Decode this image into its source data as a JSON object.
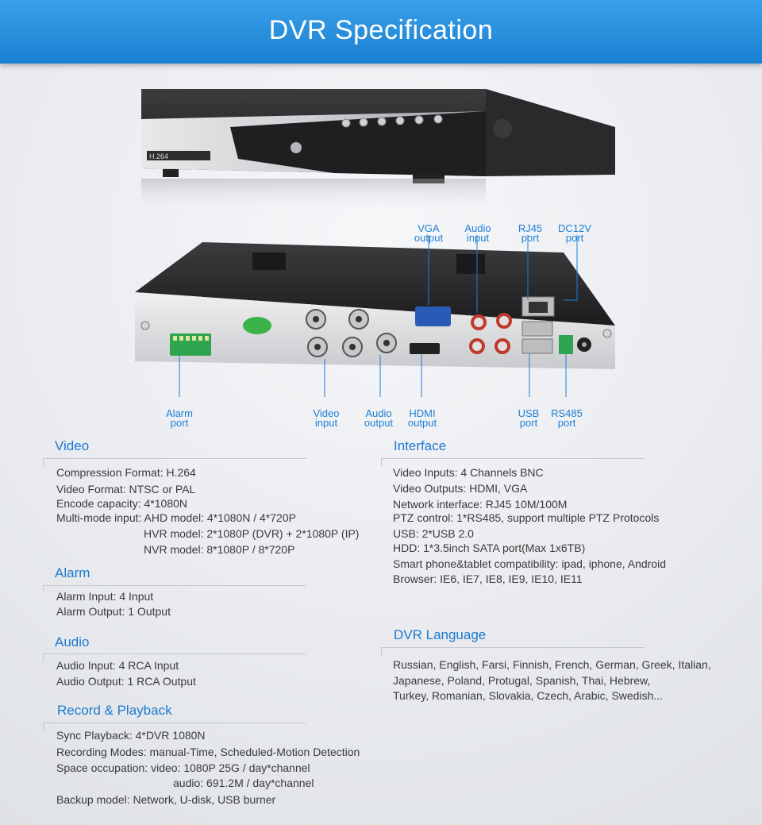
{
  "banner": {
    "title": "DVR Specification"
  },
  "device": {
    "front_model_label": "H.264",
    "callouts_top": [
      {
        "line1": "VGA",
        "line2": "output"
      },
      {
        "line1": "Audio",
        "line2": "input"
      },
      {
        "line1": "RJ45",
        "line2": "port"
      },
      {
        "line1": "DC12V",
        "line2": "port"
      }
    ],
    "callouts_bottom": [
      {
        "line1": "Alarm",
        "line2": "port"
      },
      {
        "line1": "Video",
        "line2": "input"
      },
      {
        "line1": "Audio",
        "line2": "output"
      },
      {
        "line1": "HDMI",
        "line2": "output"
      },
      {
        "line1": "USB",
        "line2": "port"
      },
      {
        "line1": "RS485",
        "line2": "port"
      }
    ]
  },
  "video": {
    "title": "Video",
    "lines": [
      "Compression Format: H.264",
      "Video Format: NTSC or PAL",
      "Encode capacity: 4*1080N",
      "Multi-mode input: AHD model: 4*1080N / 4*720P",
      "HVR model:  2*1080P (DVR) + 2*1080P (IP)",
      "NVR model:  8*1080P /  8*720P"
    ]
  },
  "alarm": {
    "title": "Alarm",
    "lines": [
      "Alarm Input: 4 Input",
      "Alarm Output: 1 Output"
    ]
  },
  "audio": {
    "title": "Audio",
    "lines": [
      "Audio Input: 4 RCA Input",
      "Audio Output: 1 RCA Output"
    ]
  },
  "record": {
    "title": "Record & Playback",
    "lines": [
      "Sync Playback: 4*DVR 1080N",
      "Recording Modes: manual-Time, Scheduled-Motion Detection",
      "Space occupation: video: 1080P 25G / day*channel",
      "audio: 691.2M / day*channel",
      "Backup model: Network, U-disk, USB burner"
    ]
  },
  "interface": {
    "title": "Interface",
    "lines": [
      "Video Inputs: 4 Channels BNC",
      "Video Outputs: HDMI, VGA",
      "Network interface: RJ45 10M/100M",
      "PTZ control: 1*RS485, support multiple PTZ Protocols",
      "USB: 2*USB 2.0",
      "HDD: 1*3.5inch SATA port(Max 1x6TB)",
      "Smart phone&tablet compatibility: ipad, iphone, Android",
      "Browser: IE6, IE7, IE8, IE9, IE10, IE11"
    ]
  },
  "language": {
    "title": "DVR Language",
    "lines": [
      "Russian, English, Farsi, Finnish, French, German, Greek, Italian,",
      "Japanese, Poland, Protugal, Spanish, Thai, Hebrew,",
      "Turkey, Romanian, Slovakia, Czech, Arabic, Swedish..."
    ]
  }
}
